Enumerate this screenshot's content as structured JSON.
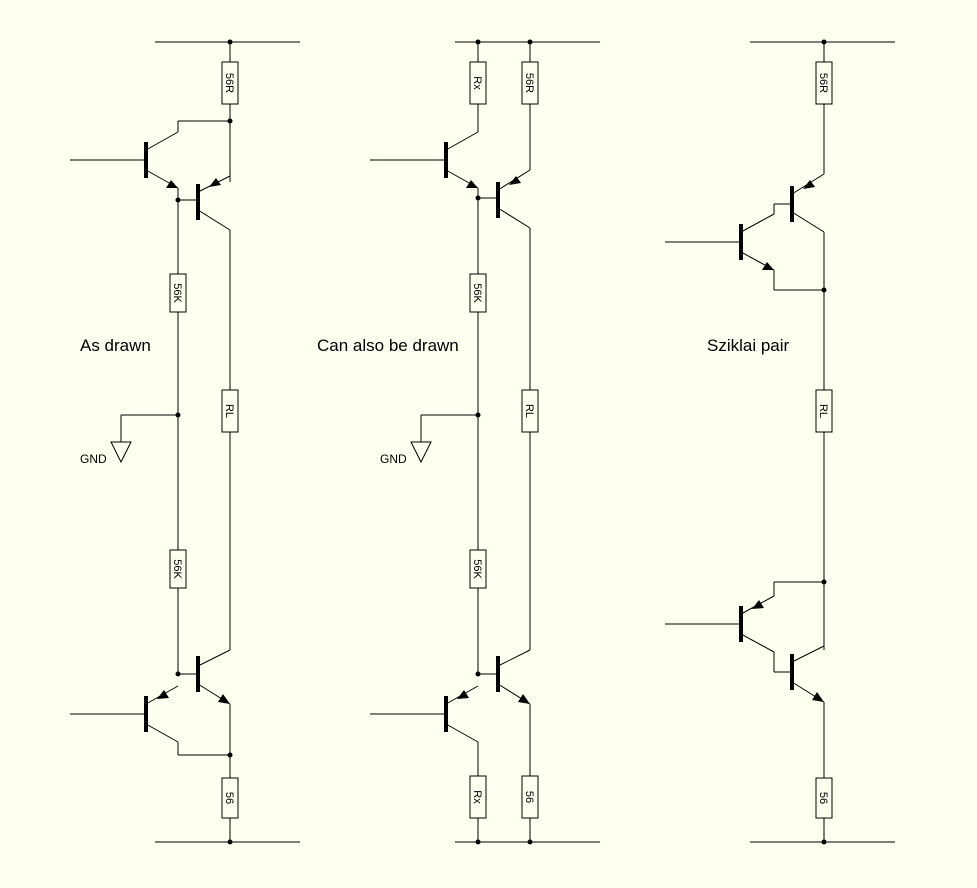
{
  "captions": {
    "left": "As drawn",
    "middle": "Can also be drawn",
    "right": "Sziklai pair"
  },
  "ground_label": "GND",
  "resistor_labels": {
    "r_56R": "56R",
    "r_Rx": "Rx",
    "r_56K": "56K",
    "r_RL": "RL",
    "r_56": "56"
  },
  "colors": {
    "background": "#fffff0",
    "ink": "#000000"
  }
}
